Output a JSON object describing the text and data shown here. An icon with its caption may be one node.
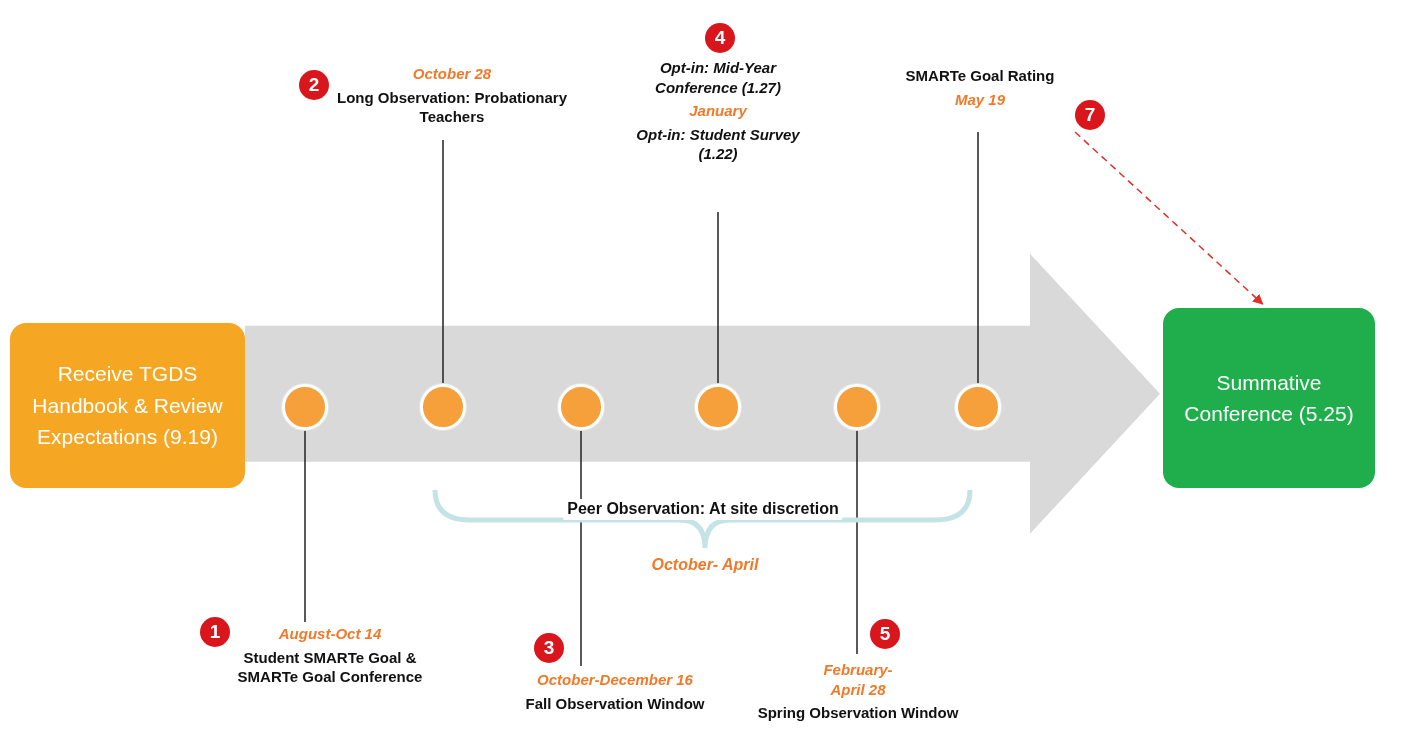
{
  "diagram": {
    "nodes": [
      {
        "text": [
          "Receive TGDS Handbook & Review Expectations (9.19)"
        ]
      },
      {
        "text": [
          "Summative Conference (5.25)"
        ]
      },
      {
        "text": [],
        "shape": "circle"
      },
      {
        "text": [],
        "shape": "circle"
      },
      {
        "text": [],
        "shape": "circle"
      },
      {
        "text": [],
        "shape": "circle"
      },
      {
        "text": [],
        "shape": "circle"
      },
      {
        "text": [],
        "shape": "circle"
      },
      {
        "text": [
          "August-Oct 14",
          "Student SMARTe Goal & SMARTe Goal Conference"
        ],
        "beside": [
          "1"
        ]
      },
      {
        "text": [
          "October 28",
          "Long Observation: Probationary Teachers"
        ],
        "beside": [
          "2"
        ]
      },
      {
        "text": [
          "October-December 16",
          "Fall Observation Window"
        ],
        "beside": [
          "3"
        ]
      },
      {
        "text": [
          "Opt-in: Mid-Year Conference (1.27)",
          "January",
          "Opt-in: Student Survey (1.22)"
        ],
        "beside": [
          "4"
        ]
      },
      {
        "text": [
          "February- April 28",
          "Spring Observation Window"
        ],
        "beside": [
          "5"
        ]
      },
      {
        "text": [
          "SMARTe Goal Rating",
          "May 19"
        ],
        "beside": [
          "7"
        ]
      }
    ],
    "edges": [
      {
        "from": 0,
        "to": 1,
        "arrow": "to",
        "style": "thick",
        "color": "#d9d9d9"
      },
      {
        "from": 8,
        "to": 2,
        "arrow": "none"
      },
      {
        "from": 9,
        "to": 3,
        "arrow": "none"
      },
      {
        "from": 10,
        "to": 4,
        "arrow": "none"
      },
      {
        "from": 11,
        "to": 5,
        "arrow": "none"
      },
      {
        "from": 12,
        "to": 6,
        "arrow": "none"
      },
      {
        "from": 13,
        "to": 7,
        "arrow": "none"
      },
      {
        "from": 13,
        "to": 1,
        "arrow": "to",
        "style": "dashed",
        "color": "#e0302a"
      }
    ],
    "labels": [
      "Peer Observation: At site discretion",
      "October- April"
    ]
  }
}
